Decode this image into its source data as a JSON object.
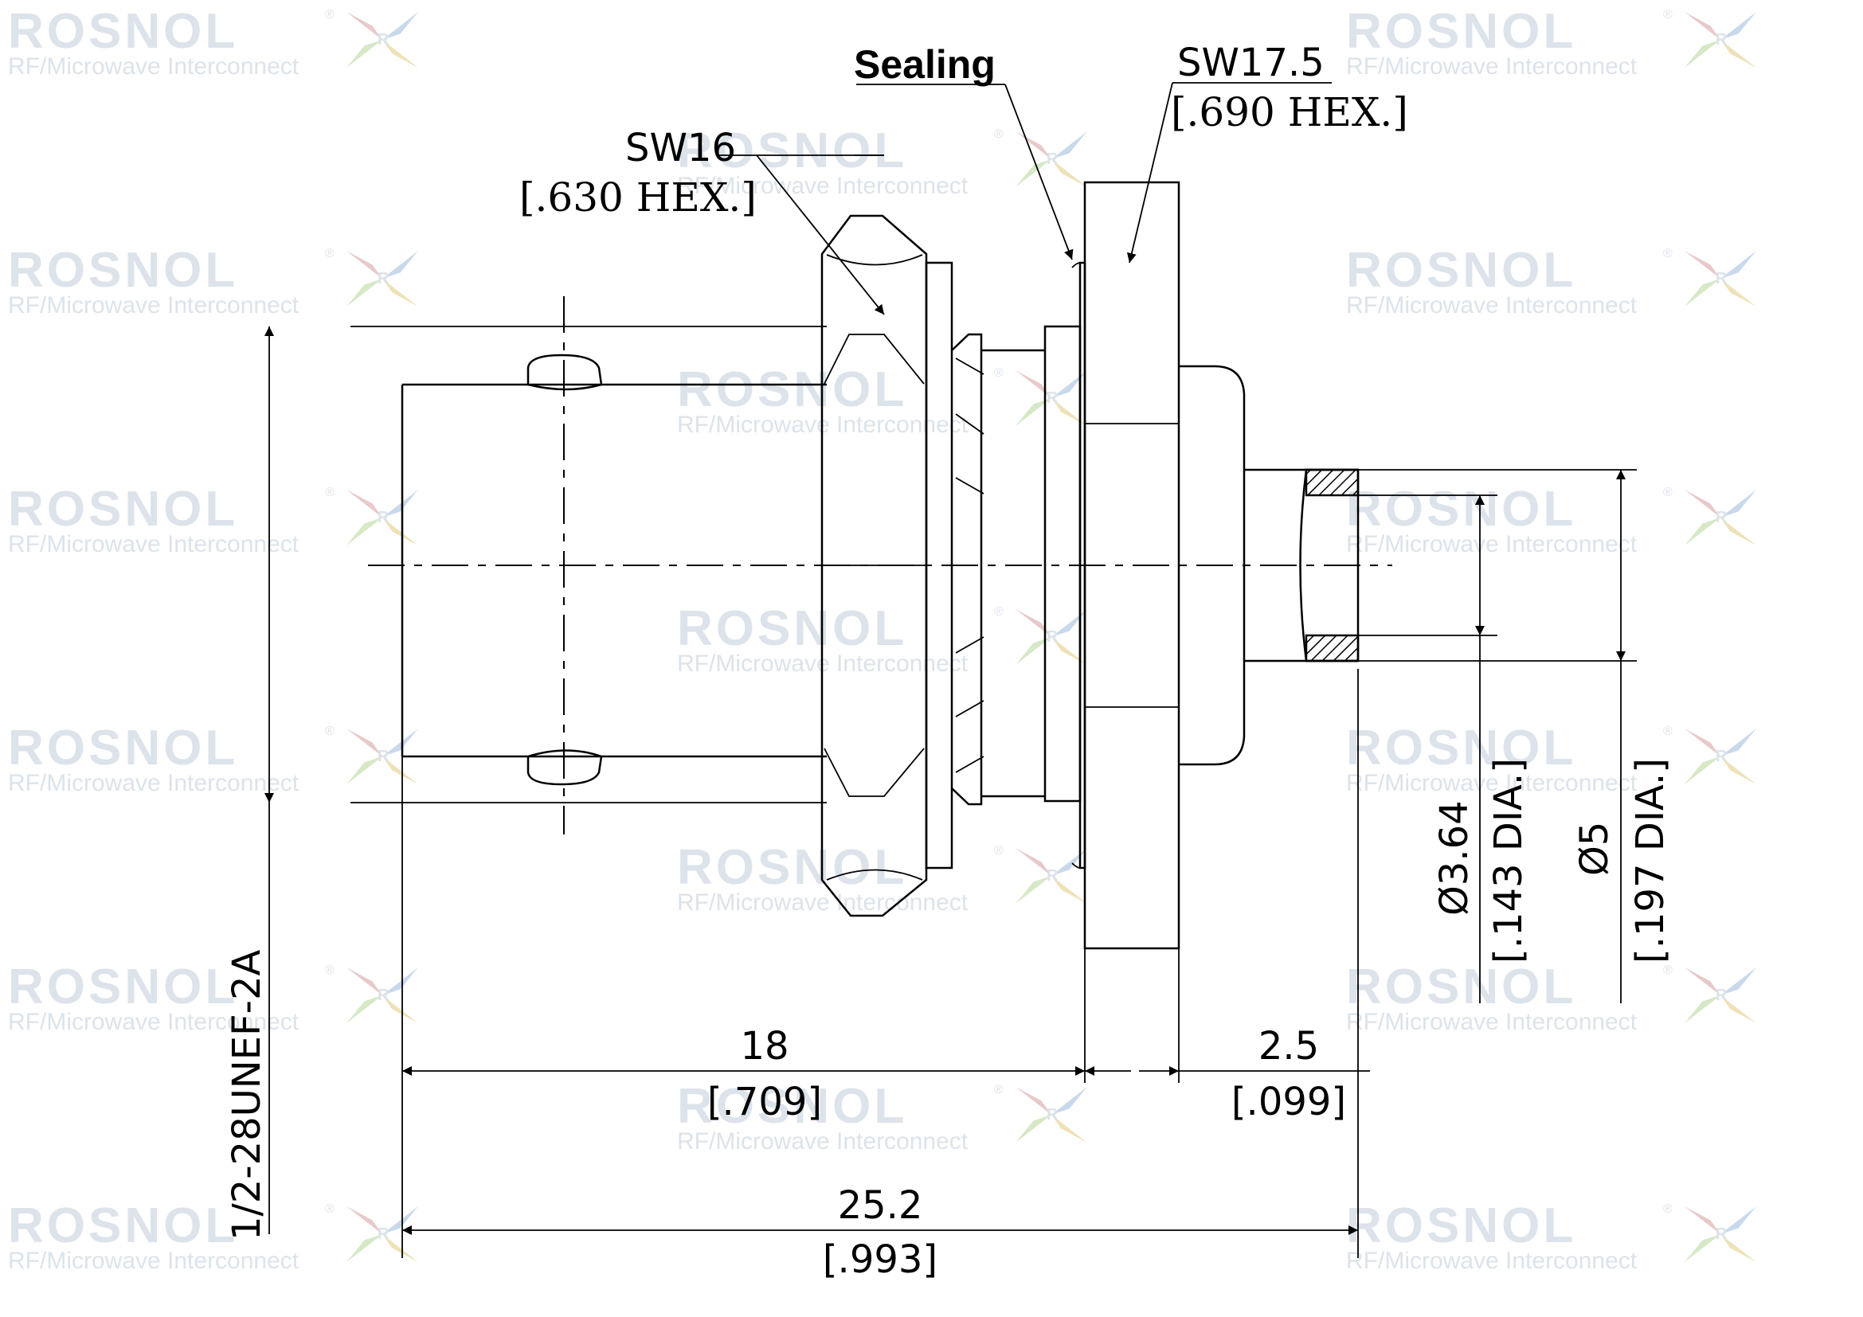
{
  "brand": {
    "name": "ROSNOL",
    "tagline": "RF/Microwave Interconnect",
    "reg": "®",
    "star_letter": "R"
  },
  "labels": {
    "sealing": "Sealing",
    "sw17_5": "SW17.5",
    "hex_690": "[.690 HEX.]",
    "sw16": "SW16",
    "hex_630": "[.630 HEX.]",
    "thread": "1/2-28UNEF-2A",
    "dim_18": "18",
    "dim_18_in": "[.709]",
    "dim_2_5": "2.5",
    "dim_2_5_in": "[.099]",
    "dim_25_2": "25.2",
    "dim_25_2_in": "[.993]",
    "dia_3_64": "Ø3.64",
    "dia_3_64_in": "[.143 DIA.]",
    "dia_5": "Ø5",
    "dia_5_in": "[.197 DIA.]"
  },
  "colors": {
    "line": "#000000",
    "watermark": "#dce3ea",
    "star_colors": [
      "#e8c9c9",
      "#c9d9ec",
      "#d6e8c6",
      "#eee1b8"
    ]
  }
}
